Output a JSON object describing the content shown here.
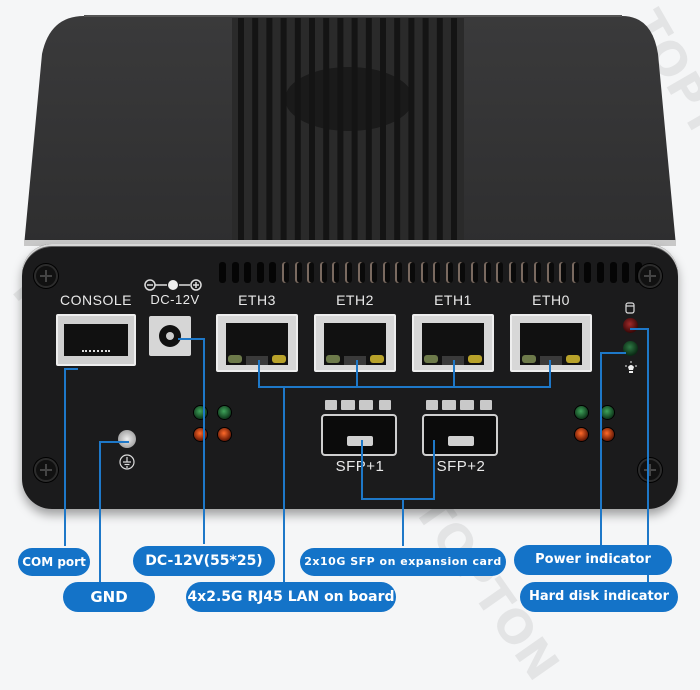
{
  "device": {
    "front_labels": {
      "console": "CONSOLE",
      "dc": "DC-12V",
      "eth": [
        "ETH3",
        "ETH2",
        "ETH1",
        "ETH0"
      ],
      "sfp": [
        "SFP+1",
        "SFP+2"
      ]
    },
    "icons": {
      "polarity": "dc-polarity-icon",
      "ground": "ground-symbol-icon",
      "hdd": "hard-disk-icon",
      "power": "power-light-icon"
    },
    "led_colors": {
      "green": "#2f8a48",
      "red": "#e24a1a",
      "hdd": "#8a1e1e"
    }
  },
  "callouts": {
    "com_port": "COM port",
    "gnd": "GND",
    "dc": "DC-12V(55*25)",
    "lan": "4x2.5G RJ45 LAN on board",
    "sfp": "2x10G SFP on expansion card",
    "power": "Power indicator",
    "hdd": "Hard disk indicator"
  },
  "watermark": "TOPTON",
  "colors": {
    "callout_blue": "#1473c8",
    "line_blue": "#1e78c8",
    "panel": "#1b1b1c",
    "background": "#f5f6f7"
  }
}
